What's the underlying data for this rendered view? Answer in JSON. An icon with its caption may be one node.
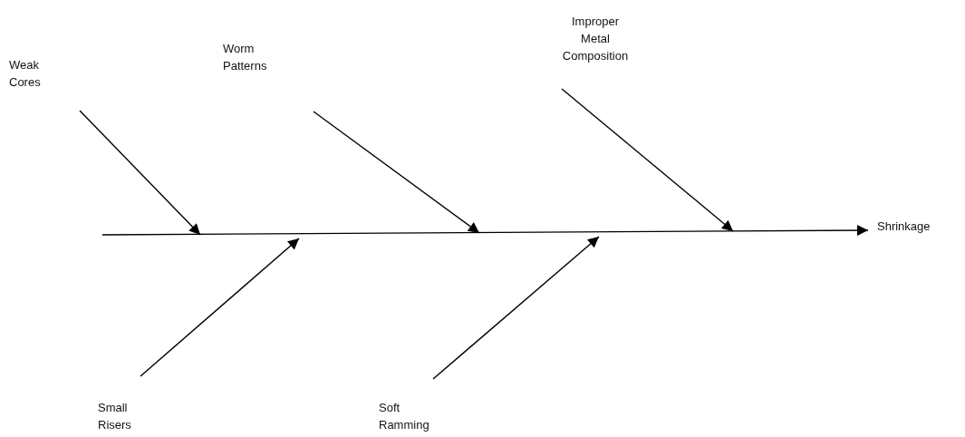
{
  "diagram": {
    "nodes": [
      {
        "text": [
          "Weak Cores"
        ]
      },
      {
        "text": [
          "Worm Patterns"
        ]
      },
      {
        "text": [
          "Improper Metal Composition"
        ]
      },
      {
        "text": [
          "Small Risers"
        ]
      },
      {
        "text": [
          "Soft Ramming"
        ]
      },
      {
        "text": [
          "Shrinkage"
        ]
      }
    ],
    "edges": [
      {
        "from": null,
        "to": 5,
        "arrow": "to"
      },
      {
        "from": 0,
        "to": null,
        "arrow": "to"
      },
      {
        "from": 1,
        "to": null,
        "arrow": "to"
      },
      {
        "from": 2,
        "to": null,
        "arrow": "to"
      },
      {
        "from": 3,
        "to": null,
        "arrow": "to"
      },
      {
        "from": 4,
        "to": null,
        "arrow": "to"
      }
    ]
  }
}
